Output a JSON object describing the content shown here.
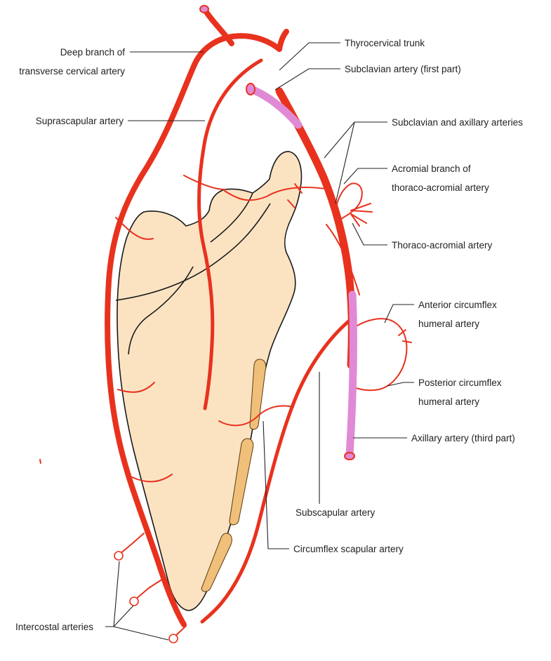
{
  "colors": {
    "artery": "#e8321e",
    "bone_fill": "#fbe3c2",
    "bone_outline": "#1a1a1a",
    "subclavian_pink": "#e08ad6",
    "tendon_hatch": "#f0c07a"
  },
  "labels": {
    "deep_branch_1": "Deep branch of",
    "deep_branch_2": "transverse cervical artery",
    "suprascapular": "Suprascapular artery",
    "thyrocervical": "Thyrocervical trunk",
    "subclavian_first": "Subclavian artery (first part)",
    "subclavian_axillary": "Subclavian and axillary arteries",
    "acromial_1": "Acromial branch of",
    "acromial_2": "thoraco-acromial artery",
    "thoraco_acromial": "Thoraco-acromial artery",
    "ant_circumflex_1": "Anterior circumflex",
    "ant_circumflex_2": "humeral artery",
    "post_circumflex_1": "Posterior circumflex",
    "post_circumflex_2": "humeral artery",
    "axillary_third": "Axillary artery (third part)",
    "subscapular": "Subscapular artery",
    "circumflex_scapular": "Circumflex scapular artery",
    "intercostal": "Intercostal arteries"
  }
}
